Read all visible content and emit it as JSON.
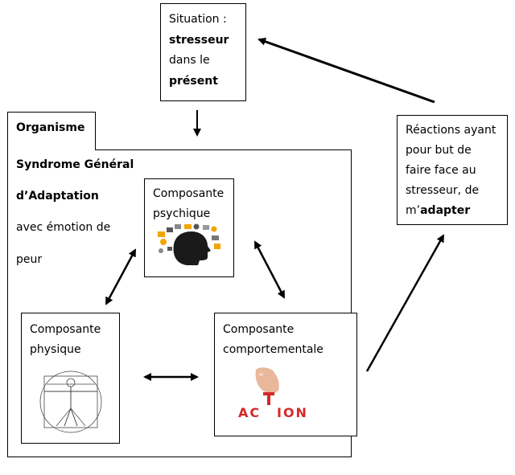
{
  "situation": {
    "line1": "Situation :",
    "line2": "stresseur",
    "line3": "dans le",
    "line4": "présent"
  },
  "organisme": {
    "tab_label": "Organisme"
  },
  "syndrome": {
    "line1": "Syndrome Général",
    "line2": "d’Adaptation",
    "line3": "avec émotion de",
    "line4": "peur"
  },
  "psychique": {
    "line1": "Composante",
    "line2": "psychique"
  },
  "physique": {
    "line1": "Composante",
    "line2": "physique"
  },
  "comportementale": {
    "line1": "Composante",
    "line2": "comportementale",
    "action_left": "AC",
    "action_right": "ION",
    "action_t": "T"
  },
  "reactions": {
    "line1": "Réactions ayant",
    "line2": "pour but de",
    "line3": "faire face au",
    "line4": "stresseur, de",
    "line5_prefix": "m’",
    "line5_bold": "adapter"
  },
  "colors": {
    "line": "#000000",
    "action_red": "#d62828",
    "icon_orange": "#f0a500",
    "head": "#1a1a1a"
  }
}
